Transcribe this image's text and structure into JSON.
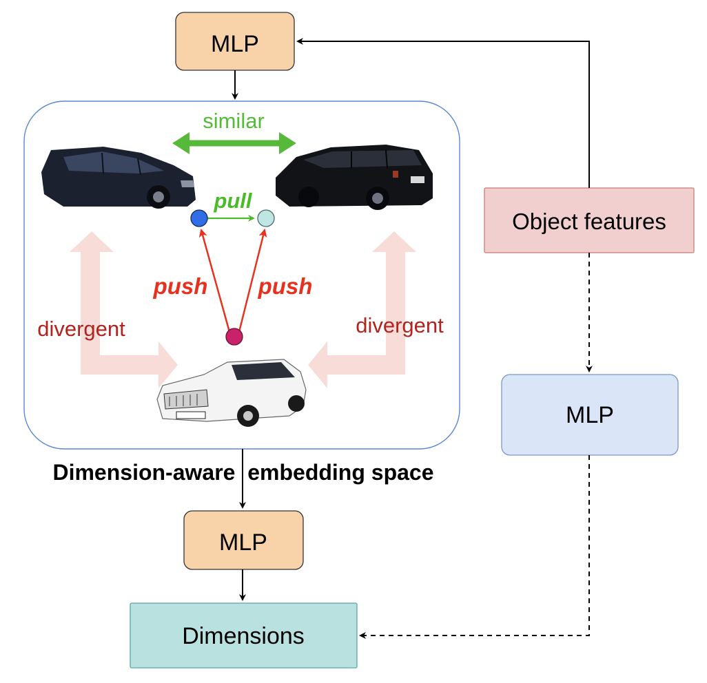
{
  "nodes": {
    "mlp_top": "MLP",
    "object_features": "Object features",
    "mlp_right": "MLP",
    "mlp_bottom": "MLP",
    "dimensions": "Dimensions"
  },
  "embedding_space": {
    "caption": "Dimension-aware  embedding space",
    "similar_label": "similar",
    "pull_label": "pull",
    "push_left_label": "push",
    "push_right_label": "push",
    "divergent_left_label": "divergent",
    "divergent_right_label": "divergent"
  },
  "colors": {
    "mlp_orange_fill": "#f8d2a8",
    "features_fill": "#f2cfcf",
    "features_stroke": "#c97a7a",
    "mlp_blue_fill": "#dae6f8",
    "mlp_blue_stroke": "#7c97c8",
    "dimensions_fill": "#b8e1df",
    "dimensions_stroke": "#5aa7a3",
    "region_stroke": "#5a86d6",
    "similar_green": "#56b93a",
    "pull_green": "#4cbb2a",
    "push_red": "#e8301e",
    "divergent_red": "#b3231e",
    "divergent_arrow": "#f7dcd8",
    "dot_blue": "#2f6ee6",
    "dot_cyan": "#bfe6e3",
    "dot_magenta": "#c8226a"
  },
  "icons": [
    "dark-minivan-left-image",
    "dark-minivan-right-image",
    "white-sedan-image"
  ]
}
